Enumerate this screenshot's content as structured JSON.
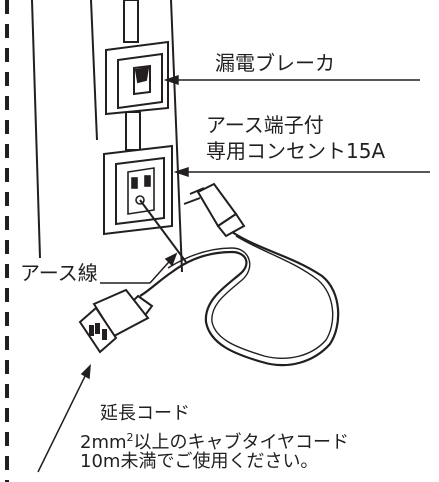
{
  "labels": {
    "breaker": "漏電ブレーカ",
    "outlet_line1": "アース端子付",
    "outlet_line2": "専用コンセント15A",
    "earth_wire": "アース線",
    "cord_line1": "延長コード",
    "cord_line2_pre": "2mm",
    "cord_line2_sup": "2",
    "cord_line2_post": "以上のキャブタイヤコード",
    "cord_line3": "10m未満でご使用ください。"
  },
  "colors": {
    "line": "#231f20",
    "background": "#ffffff"
  }
}
